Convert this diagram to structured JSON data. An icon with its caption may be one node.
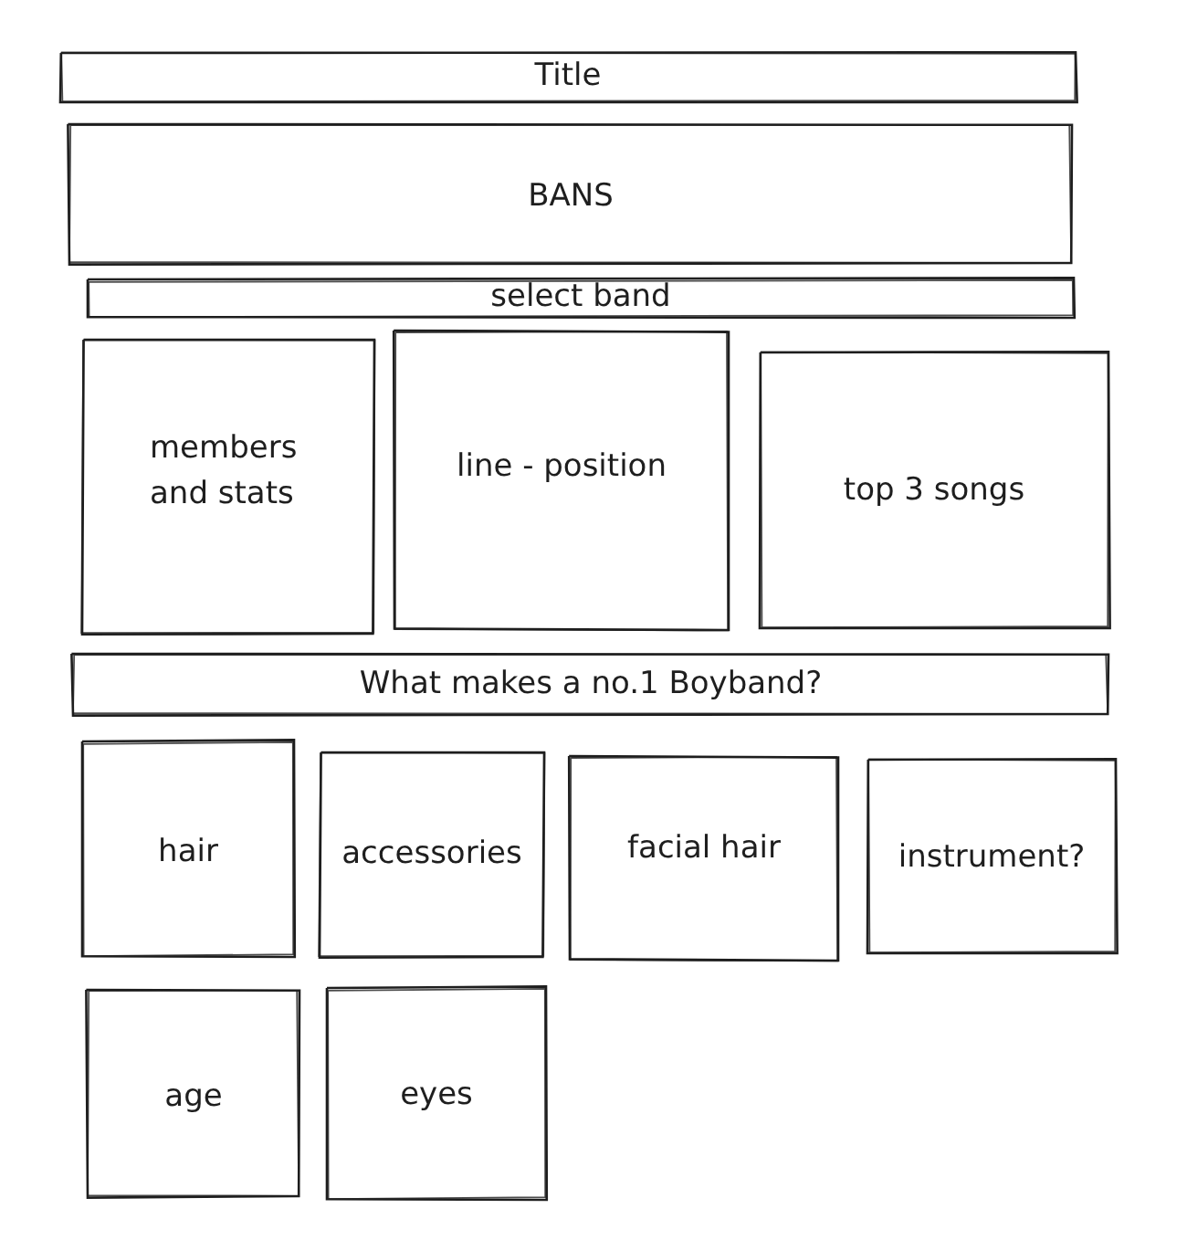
{
  "diagram": {
    "nodes": [
      {
        "text": [
          "Title"
        ]
      },
      {
        "text": [
          "BANS"
        ]
      },
      {
        "text": [
          "select band"
        ]
      },
      {
        "text": [
          "members and stats"
        ]
      },
      {
        "text": [
          "line - position"
        ]
      },
      {
        "text": [
          "top 3 songs"
        ]
      },
      {
        "text": [
          "What makes a no.1 Boyband?"
        ]
      },
      {
        "text": [
          "hair"
        ]
      },
      {
        "text": [
          "accessories"
        ]
      },
      {
        "text": [
          "facial hair"
        ]
      },
      {
        "text": [
          "instrument?"
        ]
      },
      {
        "text": [
          "age"
        ]
      },
      {
        "text": [
          "eyes"
        ]
      }
    ]
  }
}
